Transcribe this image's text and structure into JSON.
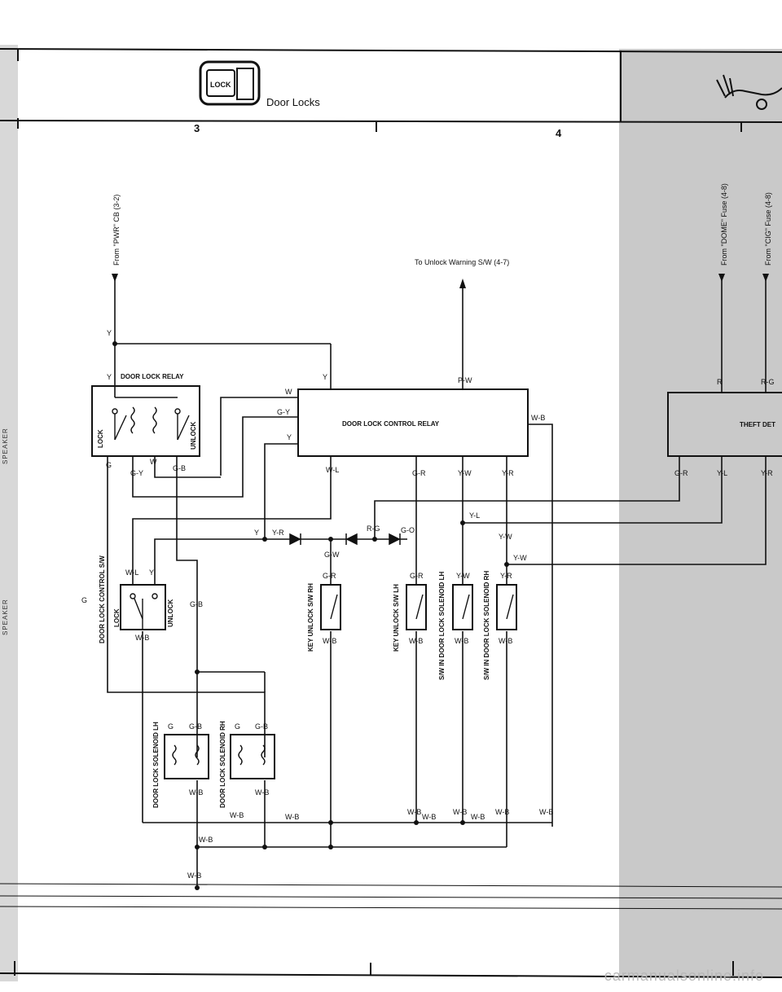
{
  "header": {
    "title": "Door Locks",
    "icon_text": "LOCK",
    "col_left": "3",
    "col_right": "4",
    "side_left_top": "SPEAKER",
    "side_left_bottom": "SPEAKER"
  },
  "components": {
    "door_lock_relay": "DOOR LOCK RELAY",
    "lock": "LOCK",
    "unlock": "UNLOCK",
    "control_relay": "DOOR LOCK CONTROL RELAY",
    "theft": "THEFT DET",
    "control_sw": "DOOR LOCK CONTROL S/W",
    "control_sw_lock": "LOCK",
    "control_sw_unlock": "UNLOCK",
    "key_unlock_rh": "KEY UNLOCK S/W RH",
    "key_unlock_lh": "KEY UNLOCK S/W LH",
    "sw_solenoid_lh": "S/W IN DOOR LOCK SOLENOID LH",
    "sw_solenoid_rh": "S/W IN DOOR LOCK SOLENOID RH",
    "solenoid_lh": "DOOR LOCK SOLENOID LH",
    "solenoid_rh": "DOOR LOCK SOLENOID RH"
  },
  "sources": {
    "pwr": "From \"PWR\" CB (3-2)",
    "unlock_warning": "To Unlock Warning S/W (4-7)",
    "dome": "From \"DOME\" Fuse (4-8)",
    "cig": "From \"CIG\" Fuse (4-8)"
  },
  "wires": {
    "Y": "Y",
    "W": "W",
    "GY": "G-Y",
    "G": "G",
    "GB": "G-B",
    "WL": "W-L",
    "YR": "Y-R",
    "PW": "P-W",
    "WB": "W-B",
    "GR": "G-R",
    "YW": "Y-W",
    "YL": "Y-L",
    "RG": "R-G",
    "GO": "G-O",
    "GW": "G-W",
    "R": "R"
  },
  "watermark": "carmanualsonline.info"
}
